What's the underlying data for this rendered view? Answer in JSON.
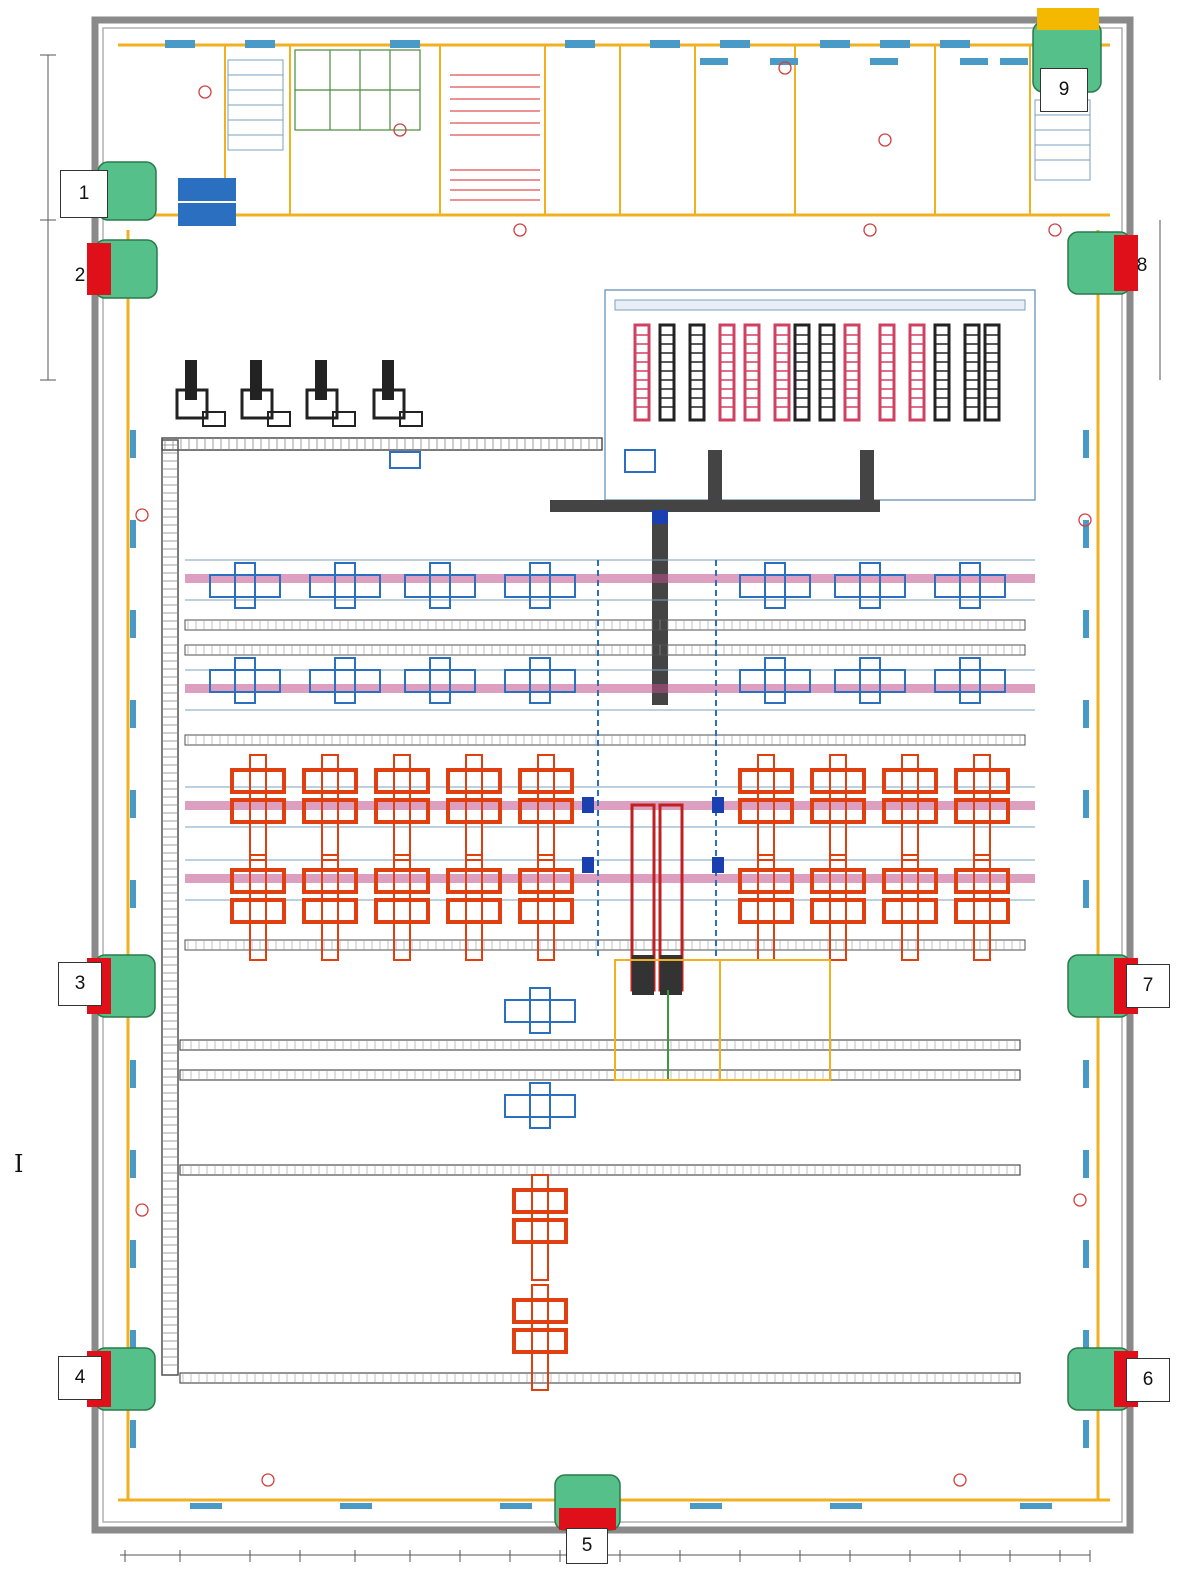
{
  "plan": {
    "side_marker": "I",
    "gates": [
      {
        "id": "1",
        "side": "left"
      },
      {
        "id": "2",
        "side": "left"
      },
      {
        "id": "3",
        "side": "left"
      },
      {
        "id": "4",
        "side": "left"
      },
      {
        "id": "5",
        "side": "bottom"
      },
      {
        "id": "6",
        "side": "right"
      },
      {
        "id": "7",
        "side": "right"
      },
      {
        "id": "8",
        "side": "right"
      },
      {
        "id": "9",
        "side": "top"
      }
    ],
    "colors": {
      "wall": "#8a8a8a",
      "corridor": "#f0b020",
      "dock_fill": "#55c08a",
      "dock_door": "#e0101a",
      "blue_equipment": "#2a6fc0",
      "red_equipment": "#e04010",
      "conveyor": "#505050",
      "pink_track": "#c0508a"
    }
  }
}
